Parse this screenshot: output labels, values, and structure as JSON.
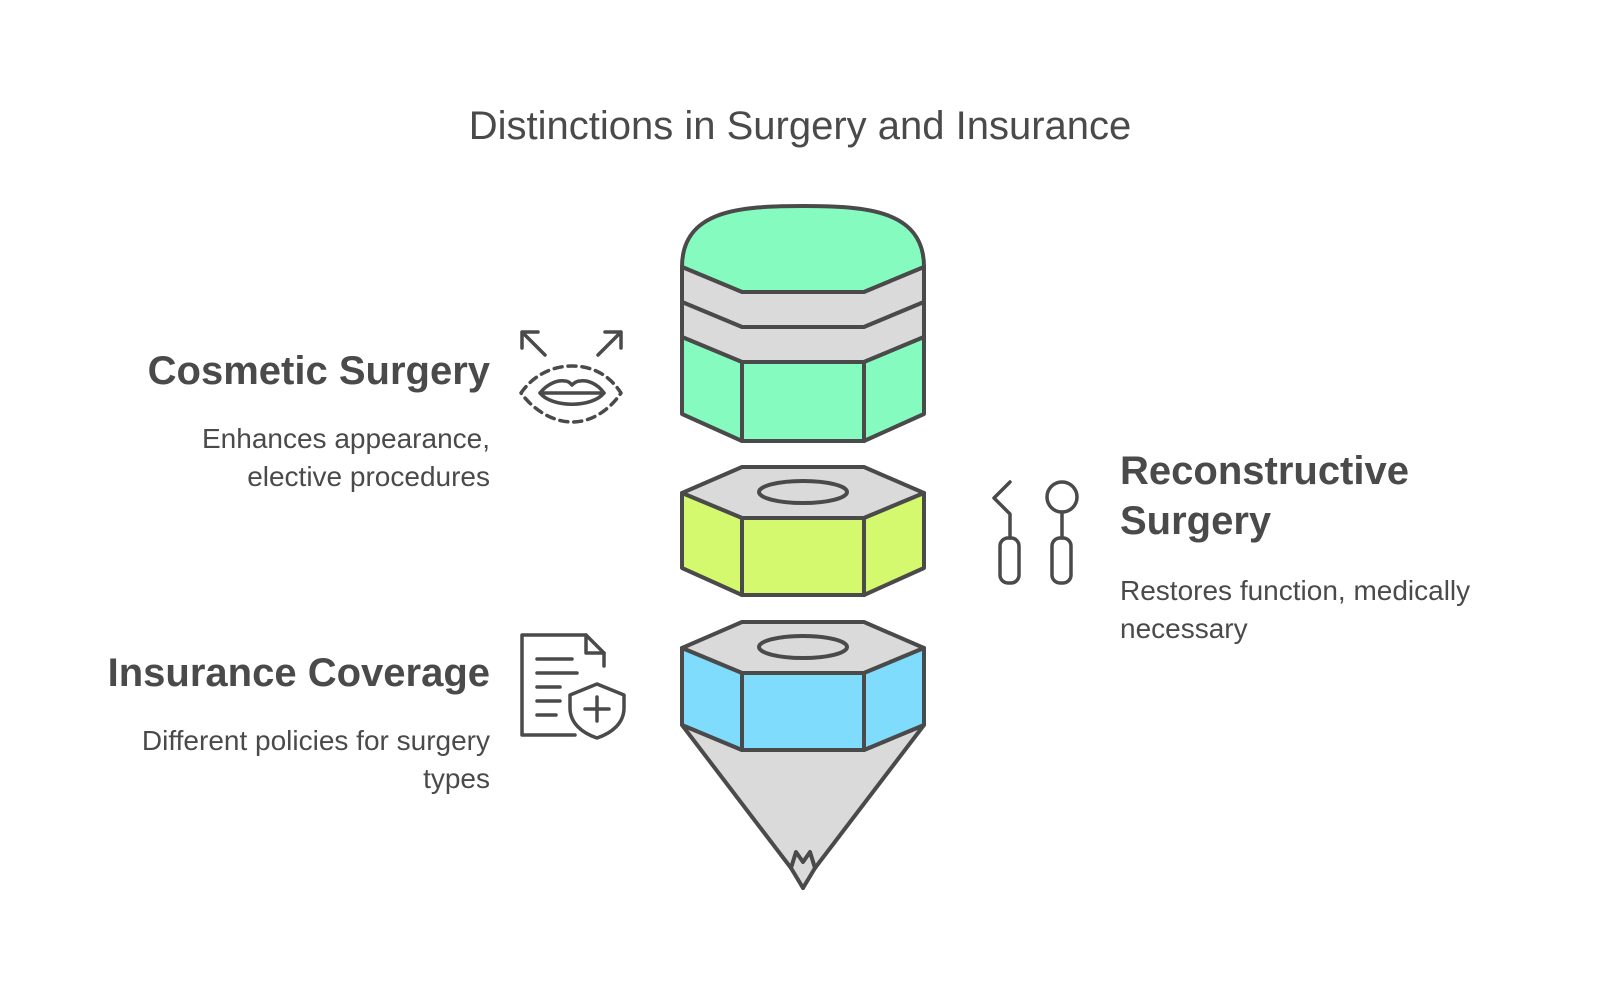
{
  "title": "Distinctions in Surgery and Insurance",
  "items": [
    {
      "title": "Cosmetic Surgery",
      "description": "Enhances appearance, elective procedures",
      "icon": "lips-icon",
      "color": "#86fbc0"
    },
    {
      "title": "Reconstructive Surgery",
      "description": "Restores function, medically necessary",
      "icon": "dental-tools-icon",
      "color": "#d5f96e"
    },
    {
      "title": "Insurance Coverage",
      "description": "Different policies for surgery types",
      "icon": "document-shield-icon",
      "color": "#80dcfd"
    }
  ],
  "colors": {
    "stroke": "#4a4a4a",
    "gray": "#dadada",
    "text": "#4a4a4a"
  }
}
